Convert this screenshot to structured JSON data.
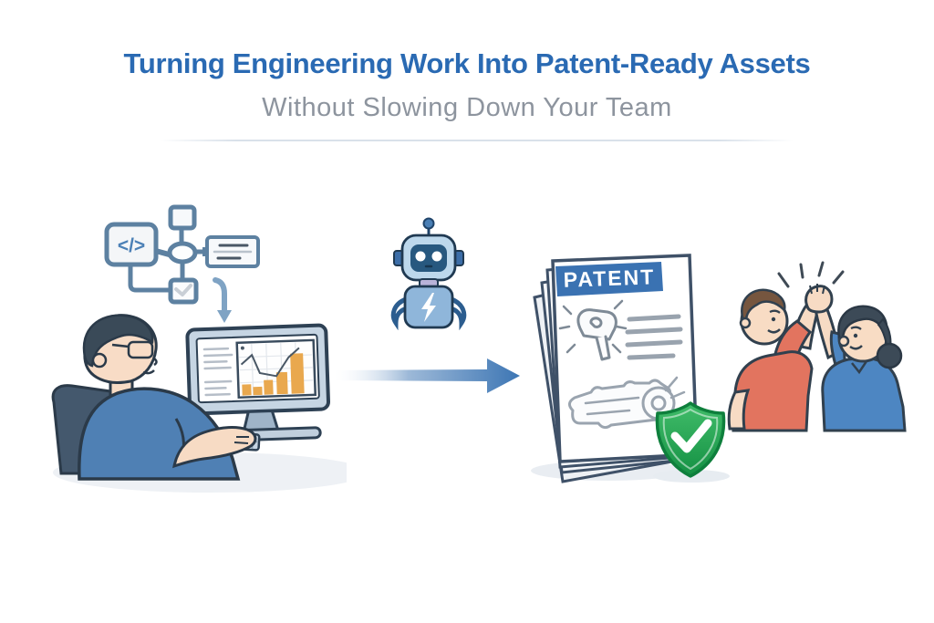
{
  "header": {
    "title": "Turning Engineering Work Into Patent-Ready Assets",
    "subtitle": "Without Slowing Down Your Team"
  },
  "illustration": {
    "code_box_label": "</>",
    "patent_banner_label": "PATENT"
  },
  "icons": [
    "code-block-icon",
    "flowchart-nodes-icon",
    "note-icon",
    "checkbox-icon",
    "curved-down-arrow-icon",
    "robot-icon",
    "lightning-icon",
    "flow-arrow-icon",
    "patent-document-icon",
    "shield-check-icon",
    "celebration-burst-icon"
  ],
  "colors": {
    "title_blue": "#2a6ab3",
    "subtitle_gray": "#8d949e",
    "divider_gray": "#d9e1ea",
    "flow_stroke_blue": "#5d81a1",
    "arrow_blue": "#3d76b4",
    "robot_head_blue": "#bdd8ec",
    "robot_face_navy": "#27587f",
    "robot_body_blue": "#8fb6da",
    "patent_banner_blue": "#3a72b2",
    "shield_green": "#23a250",
    "check_white": "#ffffff",
    "man_shirt_red": "#e2745f",
    "woman_shirt_blue": "#4d86c2",
    "screen_bar_orange": "#e9a84e",
    "skin_tone": "#f7dbc4",
    "outline_ink": "#2e4154"
  }
}
